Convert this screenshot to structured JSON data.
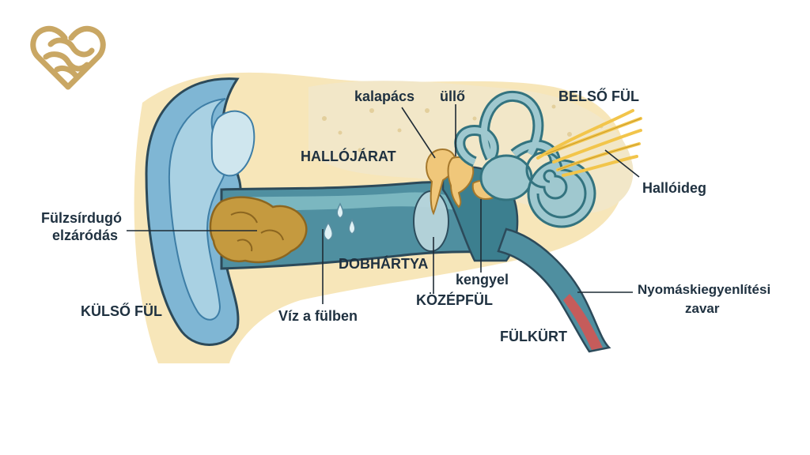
{
  "colors": {
    "skin": "#f7e6b9",
    "skin_dark": "#efd391",
    "outer_ear": "#7fb6d4",
    "outer_ear_dark": "#3e7ea6",
    "canal": "#4f8fa0",
    "canal_light": "#8fc7cd",
    "wax": "#c59a3f",
    "wax_dark": "#8c6620",
    "bone": "#f2e7c8",
    "ossicle": "#f0c77a",
    "cochlea": "#9fc8cf",
    "cochlea_dark": "#33737f",
    "nerve": "#f2c54b",
    "tube_red": "#d9534f",
    "outline": "#2c4a5a",
    "text": "#1f3140",
    "logo_gold": "#c9a764"
  },
  "logo": {
    "icon": "heart-knot-logo-icon"
  },
  "labels": {
    "kalapacs": "kalapács",
    "ullo": "üllő",
    "belso_ful": "BELSŐ FÜL",
    "hallojarat": "HALLÓJÁRAT",
    "halloideg": "Hallóideg",
    "fulzsir_1": "Fülzsírdugó",
    "fulzsir_2": "elzáródás",
    "dobhartya": "DOBHÁRTYA",
    "kengyel": "kengyel",
    "nyomas_1": "Nyomáskiegyenlítési",
    "nyomas_2": "zavar",
    "kulso_ful": "KÜLSŐ FÜL",
    "viz": "Víz a fülben",
    "kozepful": "KÖZÉPFÜL",
    "fulkurt": "FÜLKÜRT"
  }
}
